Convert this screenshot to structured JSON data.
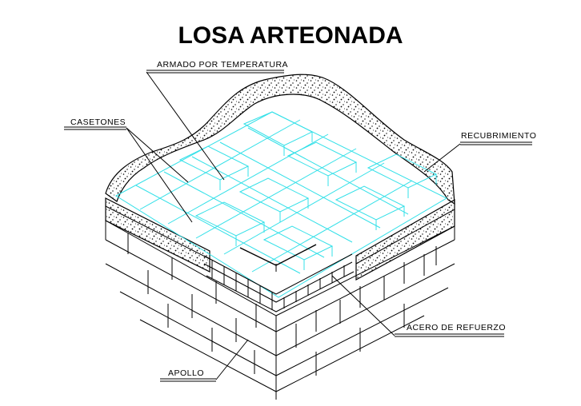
{
  "title": "LOSA ARTEONADA",
  "labels": {
    "armado": "ARMADO POR TEMPERATURA",
    "casetones": "CASETONES",
    "recubrimiento": "RECUBRIMIENTO",
    "acero": "ACERO DE REFUERZO",
    "apoyo": "APOLLO"
  },
  "colors": {
    "casetones_lines": "#33e0e8",
    "linework": "#000000",
    "background": "#ffffff"
  }
}
